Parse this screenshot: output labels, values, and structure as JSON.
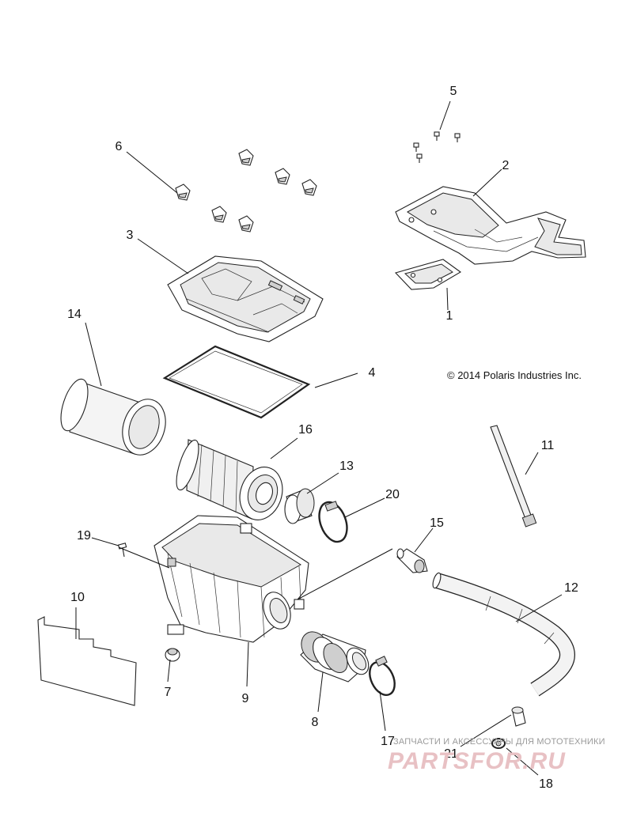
{
  "diagram": {
    "copyright": "© 2014 Polaris Industries Inc.",
    "watermark": {
      "subtitle": "ЗАПЧАСТИ И АКСЕССУАРЫ ДЛЯ МОТОТЕХНИКИ",
      "brand": "PARTSFOR.RU"
    },
    "callouts": [
      {
        "id": "1",
        "text": "1"
      },
      {
        "id": "2",
        "text": "2"
      },
      {
        "id": "3",
        "text": "3"
      },
      {
        "id": "4",
        "text": "4"
      },
      {
        "id": "5",
        "text": "5"
      },
      {
        "id": "6",
        "text": "6"
      },
      {
        "id": "7",
        "text": "7"
      },
      {
        "id": "8",
        "text": "8"
      },
      {
        "id": "9",
        "text": "9"
      },
      {
        "id": "10",
        "text": "10"
      },
      {
        "id": "11",
        "text": "11"
      },
      {
        "id": "12",
        "text": "12"
      },
      {
        "id": "13",
        "text": "13"
      },
      {
        "id": "14",
        "text": "14"
      },
      {
        "id": "15",
        "text": "15"
      },
      {
        "id": "16",
        "text": "16"
      },
      {
        "id": "17",
        "text": "17"
      },
      {
        "id": "18",
        "text": "18"
      },
      {
        "id": "19",
        "text": "19"
      },
      {
        "id": "20",
        "text": "20"
      },
      {
        "id": "21",
        "text": "21"
      }
    ]
  }
}
